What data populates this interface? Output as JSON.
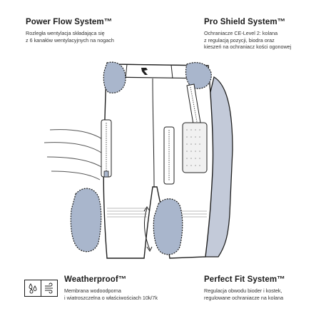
{
  "features": {
    "power_flow": {
      "title": "Power Flow System™",
      "desc_line1": "Rozległa wentylacja składająca się",
      "desc_line2": "z 6 kanałów wentylacyjnych na nogach"
    },
    "pro_shield": {
      "title": "Pro Shield System™",
      "desc_line1": "Ochraniacze CE-Level 2: kolana",
      "desc_line2": "z regulacją pozycji, biodra oraz",
      "desc_line3": "kieszeń na ochraniacz kości ogonowej"
    },
    "weatherproof": {
      "title": "Weatherproof™",
      "desc_line1": "Membrana wodoodporna",
      "desc_line2": "i wiatroszczelna o właściwościach 10k/7k"
    },
    "perfect_fit": {
      "title": "Perfect Fit System™",
      "desc_line1": "Regulacja obwodu bioder i kostek,",
      "desc_line2": "regulowane ochraniacze na kolana"
    }
  },
  "icons": [
    "waterproof-drops-icon",
    "windproof-wind-icon"
  ],
  "colors": {
    "armor": "#a9b6cc",
    "armor_dark": "#7f8ea8",
    "pants_back": "#c3cad9",
    "outline": "#1f1f1f",
    "stripe": "#dcdcdc"
  }
}
